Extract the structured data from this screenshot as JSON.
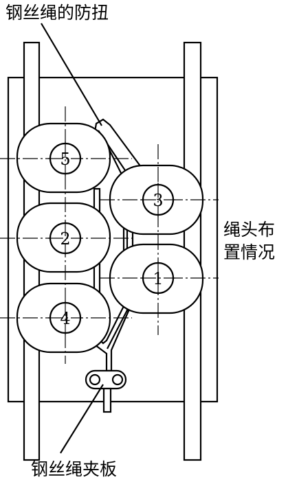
{
  "labels": {
    "top": "钢丝绳的防扭",
    "side_line1": "绳头布",
    "side_line2": "置情况",
    "bottom": "钢丝绳夹板"
  },
  "rope_numbers": {
    "r5": "5",
    "r3": "3",
    "r2": "2",
    "r1": "1",
    "r4": "4"
  }
}
